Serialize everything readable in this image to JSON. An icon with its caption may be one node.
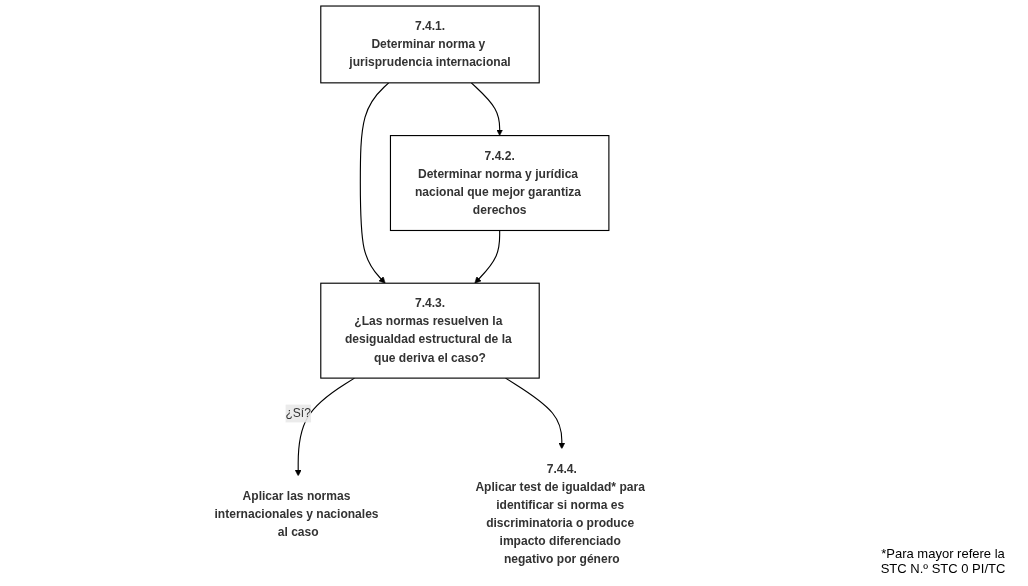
{
  "diagram": {
    "nodes": [
      {
        "text": [
          "7.4.1.",
          "Determinar norma y jurisprudencia internacional"
        ]
      },
      {
        "text": [
          "7.4.2.",
          "Determinar norma y jurídica nacional que mejor garantiza derechos"
        ]
      },
      {
        "text": [
          "7.4.3.",
          "¿Las normas resuelven la desigualdad estructural de la que deriva el caso?"
        ]
      },
      {
        "text": [
          "Aplicar las normas internacionales y nacionales al caso"
        ]
      },
      {
        "text": [
          "7.4.4.",
          "Aplicar test de igualdad* para identificar si norma es discriminatoria o produce impacto diferenciado negativo por género"
        ]
      }
    ],
    "edges": [
      {
        "from": 0,
        "to": 1,
        "arrow": "to"
      },
      {
        "from": 0,
        "to": 2,
        "arrow": "to"
      },
      {
        "from": 1,
        "to": 2,
        "arrow": "to"
      },
      {
        "from": 2,
        "to": 3,
        "arrow": "to",
        "label": "¿Sí?"
      },
      {
        "from": 2,
        "to": 4,
        "arrow": "to"
      }
    ],
    "labels": [
      "*Para mayor refere la STC N.º STC 0 PI/TC"
    ]
  }
}
